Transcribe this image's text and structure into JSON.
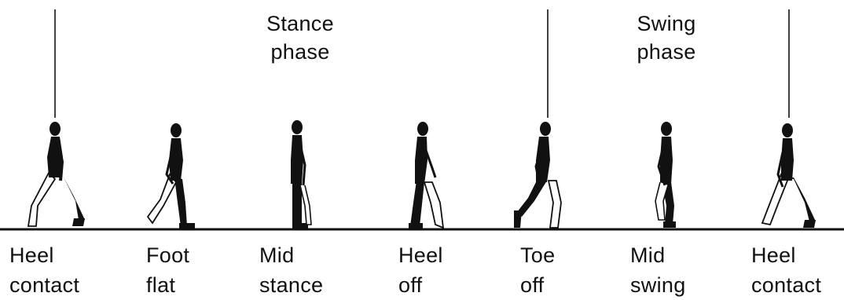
{
  "phases": [
    {
      "id": "stance",
      "label": "Stance\nphase"
    },
    {
      "id": "swing",
      "label": "Swing\nphase"
    }
  ],
  "events": [
    {
      "id": "heel-contact-1",
      "label": "Heel\ncontact"
    },
    {
      "id": "foot-flat",
      "label": "Foot\nflat"
    },
    {
      "id": "mid-stance",
      "label": "Mid\nstance"
    },
    {
      "id": "heel-off",
      "label": "Heel\noff"
    },
    {
      "id": "toe-off",
      "label": "Toe\noff"
    },
    {
      "id": "mid-swing",
      "label": "Mid\nswing"
    },
    {
      "id": "heel-contact-2",
      "label": "Heel\ncontact"
    }
  ],
  "colors": {
    "ink": "#111111",
    "background": "#ffffff",
    "rear_leg_fill": "#ffffff"
  }
}
